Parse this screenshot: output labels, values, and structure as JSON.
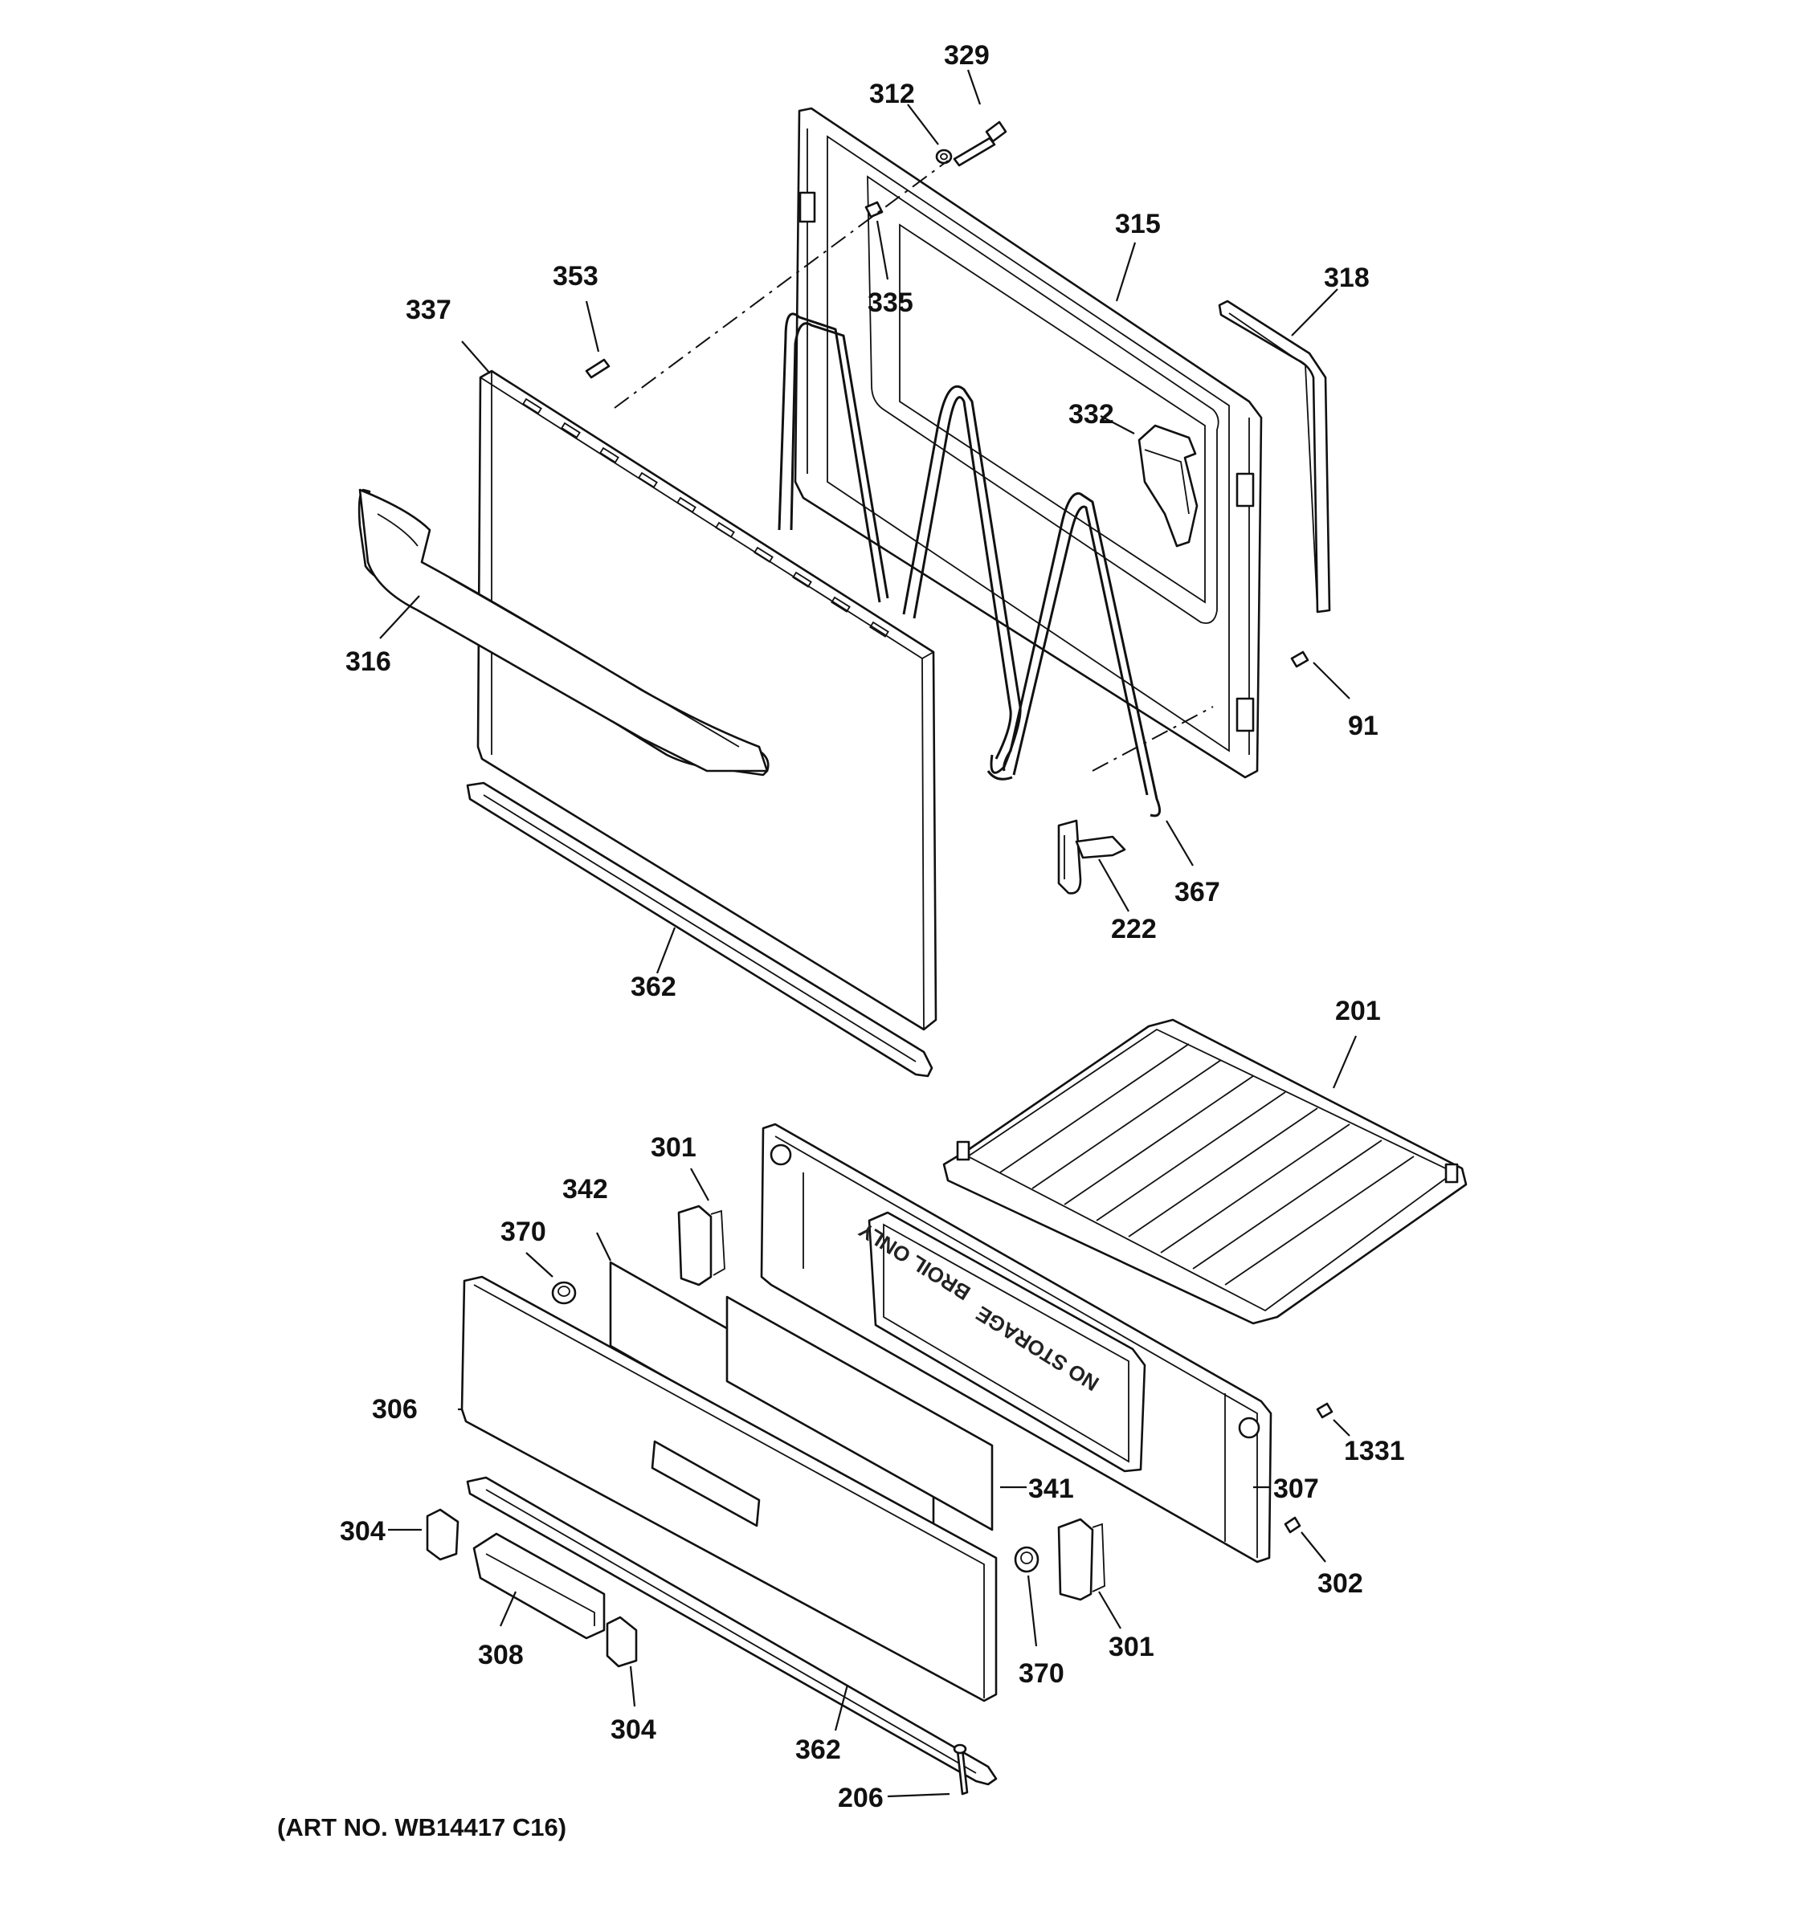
{
  "labels": {
    "l329": "329",
    "l312": "312",
    "l315": "315",
    "l318": "318",
    "l335": "335",
    "l353": "353",
    "l337": "337",
    "l332": "332",
    "l316": "316",
    "l91": "91",
    "l367": "367",
    "l222": "222",
    "l362a": "362",
    "l201": "201",
    "l301a": "301",
    "l342": "342",
    "l370a": "370",
    "l306": "306",
    "l1331": "1331",
    "l341": "341",
    "l307": "307",
    "l304a": "304",
    "l302": "302",
    "l308": "308",
    "l370b": "370",
    "l301b": "301",
    "l304b": "304",
    "l362b": "362",
    "l206": "206"
  },
  "embossed_text": {
    "broil": "BROIL ONLY",
    "storage": "NO STORAGE"
  },
  "art_no": "(ART NO. WB14417 C16)"
}
